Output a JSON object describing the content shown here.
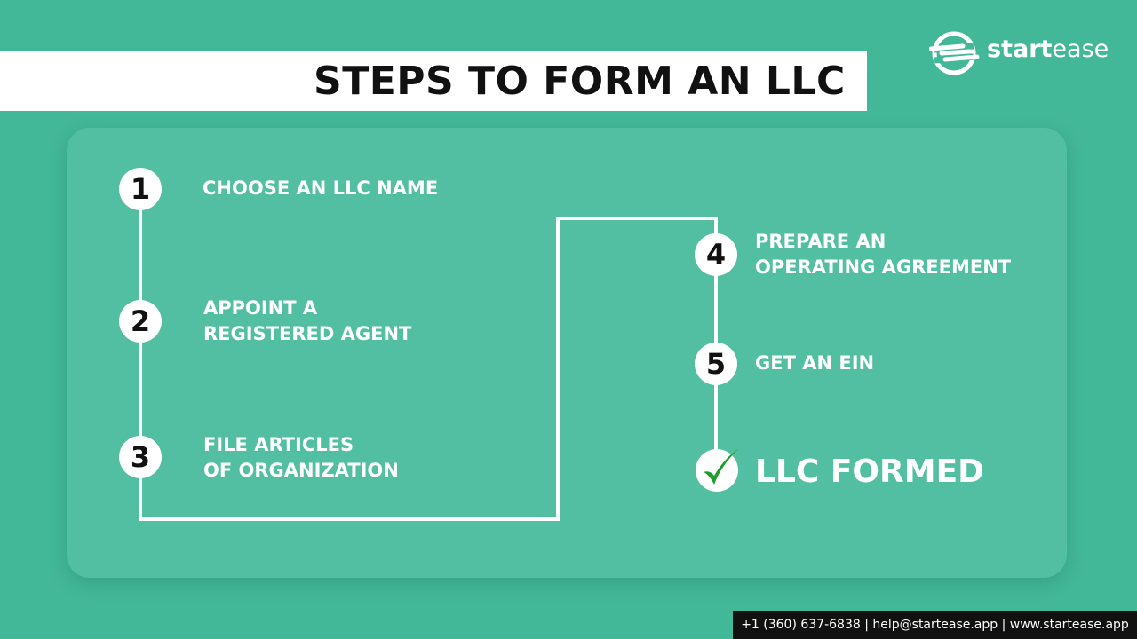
{
  "title": "STEPS TO FORM AN LLC",
  "brand": {
    "bold": "start",
    "light": "ease",
    "logo_icon": "startease-swoosh-icon"
  },
  "steps": [
    {
      "number": "1",
      "lines": [
        "CHOOSE AN LLC NAME"
      ]
    },
    {
      "number": "2",
      "lines": [
        "APPOINT A",
        "REGISTERED AGENT"
      ]
    },
    {
      "number": "3",
      "lines": [
        "FILE ARTICLES",
        "OF ORGANIZATION"
      ]
    },
    {
      "number": "4",
      "lines": [
        "PREPARE AN",
        "OPERATING AGREEMENT"
      ]
    },
    {
      "number": "5",
      "lines": [
        "GET AN EIN"
      ]
    }
  ],
  "final": {
    "label": "LLC FORMED",
    "icon": "checkmark-icon",
    "check_color": "#1e9e2a"
  },
  "footer": {
    "text": "+1 (360) 637-6838 | help@startease.app | www.startease.app"
  },
  "colors": {
    "background": "#43b899",
    "card": "#53bfa2",
    "path": "#ffffff"
  }
}
